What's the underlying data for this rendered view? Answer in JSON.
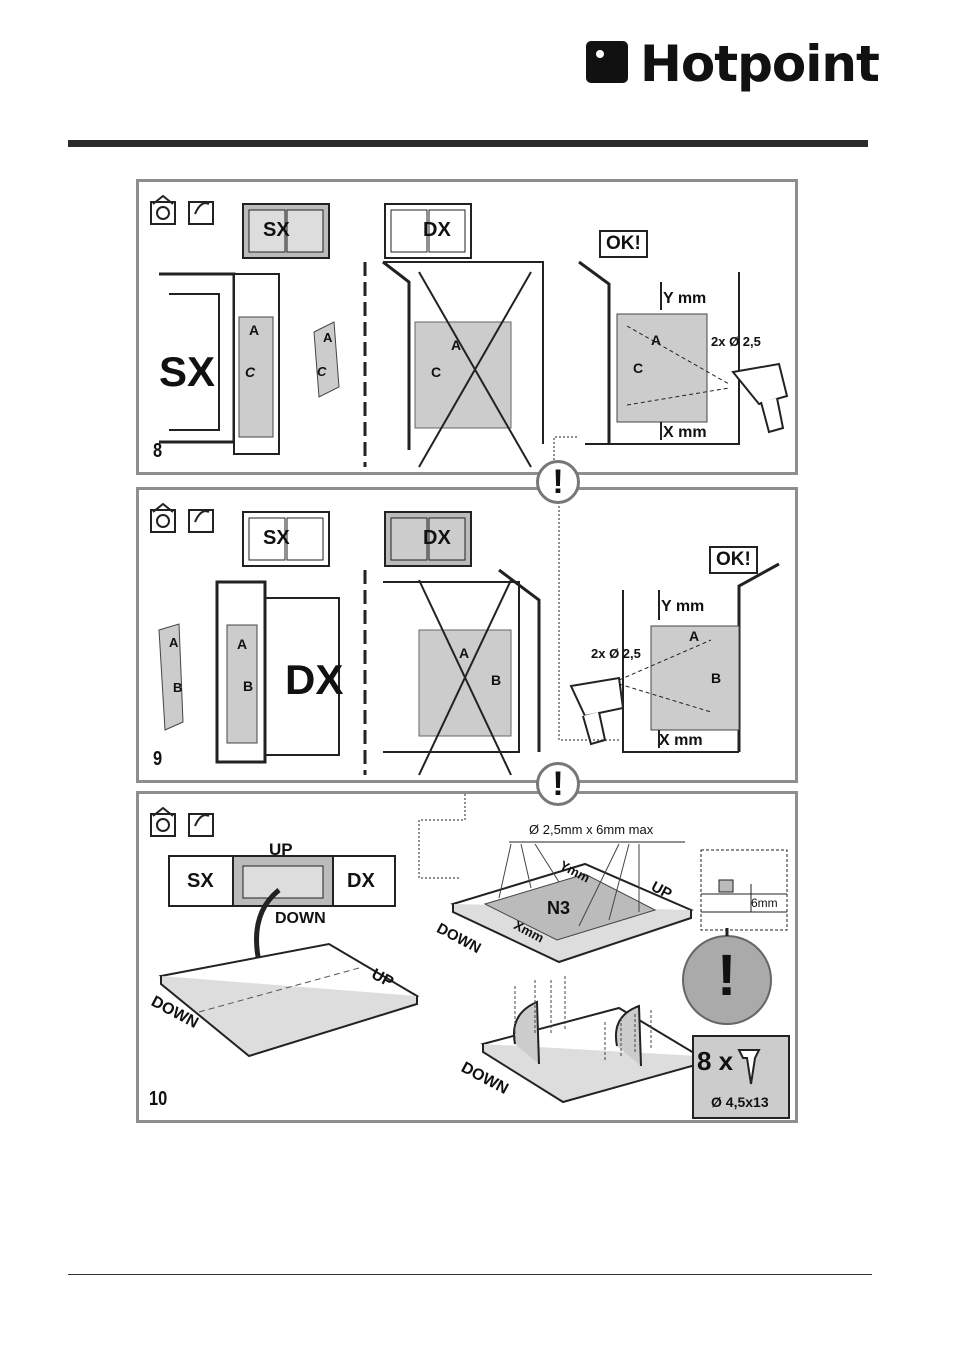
{
  "brand": {
    "name": "Hotpoint"
  },
  "labels": {
    "sx": "SX",
    "dx": "DX",
    "ok": "OK!",
    "y_mm": "Y mm",
    "x_mm": "X mm",
    "holes": "2x Ø 2,5",
    "a": "A",
    "b": "B",
    "c": "C",
    "up": "UP",
    "down": "DOWN",
    "ymm": "Ymm",
    "xmm": "Xmm",
    "n3": "N3",
    "drill_spec": "Ø 2,5mm x 6mm max",
    "six_mm": "6mm",
    "screw_count": "8 x",
    "screw_size": "Ø 4,5x13",
    "warning": "!"
  },
  "steps": [
    "8",
    "9",
    "10"
  ]
}
